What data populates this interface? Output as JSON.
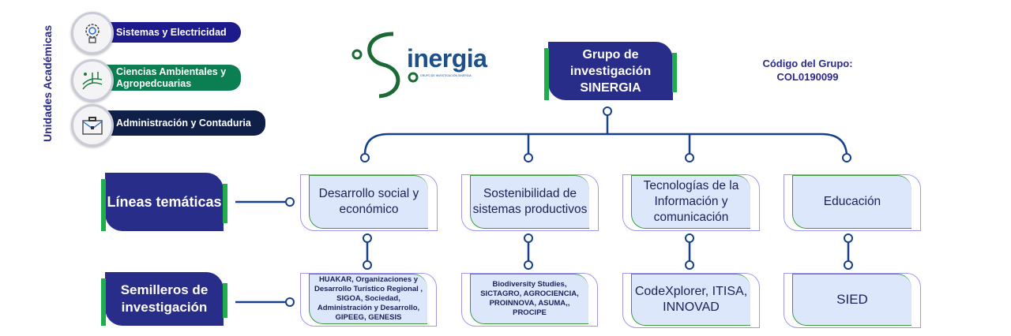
{
  "sidebar": {
    "title": "Unidades Académicas",
    "units": [
      {
        "label": "Sistemas y Electricidad",
        "icon": "gear-bulb-icon",
        "color": "#1d1a8c"
      },
      {
        "label": "Ciencias Ambientales y Agropedcuarias",
        "icon": "plant-field-icon",
        "color": "#0b7f52"
      },
      {
        "label": "Administración y Contaduria",
        "icon": "briefcase-icon",
        "color": "#0f1f47"
      }
    ]
  },
  "logo": {
    "text": "inergia",
    "tagline": "GRUPO DE INVESTIGACIÓN SINERGIA"
  },
  "root": {
    "label": "Grupo de investigación SINERGIA"
  },
  "code": {
    "label": "Código del Grupo:",
    "value": "COL0190099"
  },
  "rows": {
    "lineas_label": "Líneas temáticas",
    "semilleros_label": "Semilleros de investigación"
  },
  "lineas": [
    "Desarrollo social y económico",
    "Sostenibilidad de sistemas productivos",
    "Tecnologías de la Información y comunicación",
    "Educación"
  ],
  "semilleros": [
    "HUAKAR, Organizaciones y Desarrollo Turístico Regional , SIGOA, Sociedad, Administración y Desarrollo, GIPEEG, GENESIS",
    "Biodiversity Studies, SICTAGRO, AGROCIENCIA, PROINNOVA, ASUMA,, PROCIPE",
    "CodeXplorer, ITISA, INNOVAD",
    "SIED"
  ],
  "colors": {
    "navy": "#292d8a",
    "green": "#1fae4b",
    "line": "#17408a",
    "box": "#dce7fc"
  }
}
